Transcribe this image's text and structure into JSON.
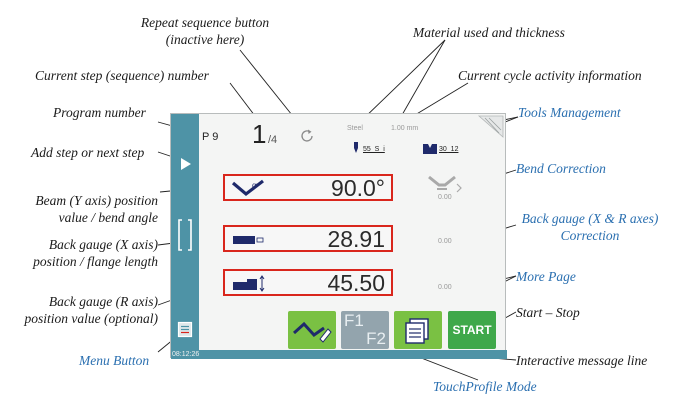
{
  "annotations": {
    "repeat_btn_line1": "Repeat sequence button",
    "repeat_btn_line2": "(inactive here)",
    "material": "Material used and thickness",
    "current_step": "Current step (sequence) number",
    "cycle_info": "Current cycle activity information",
    "program_number": "Program number",
    "tools_management": "Tools Management",
    "add_step": "Add step or next step",
    "bend_correction": "Bend Correction",
    "beam_line1": "Beam (Y axis) position",
    "beam_line2": "value / bend angle",
    "backgauge_corr_line1": "Back gauge (X & R axes)",
    "backgauge_corr_line2": "Correction",
    "backgauge_x_line1": "Back gauge (X axis)",
    "backgauge_x_line2": "position / flange length",
    "more_page": "More Page",
    "backgauge_r_line1": "Back gauge (R axis)",
    "backgauge_r_line2": "position value (optional)",
    "start_stop": "Start – Stop",
    "menu_button": "Menu Button",
    "message_line": "Interactive message line",
    "touchprofile": "TouchProfile Mode"
  },
  "screen": {
    "program": "P 9",
    "step_current": "1",
    "step_total": "/4",
    "material": "Steel",
    "thickness": "1.00 mm",
    "punch_tool": "55_S_i",
    "die_tool": "30_12",
    "beam_value": "90.0°",
    "x_value": "28.91",
    "r_value": "45.50",
    "bend_correction_value": "0.00",
    "x_correction_value": "0.00",
    "r_correction_value": "0.00",
    "f1_label": "F1",
    "f2_label": "F2",
    "start_label": "START",
    "time": "08:12:26"
  },
  "colors": {
    "accent_teal": "#4e93a6",
    "highlight_red": "#d9261c",
    "button_green": "#7ac143",
    "button_grey": "#93a4ad",
    "annotation_blue": "#2a6fb0"
  }
}
